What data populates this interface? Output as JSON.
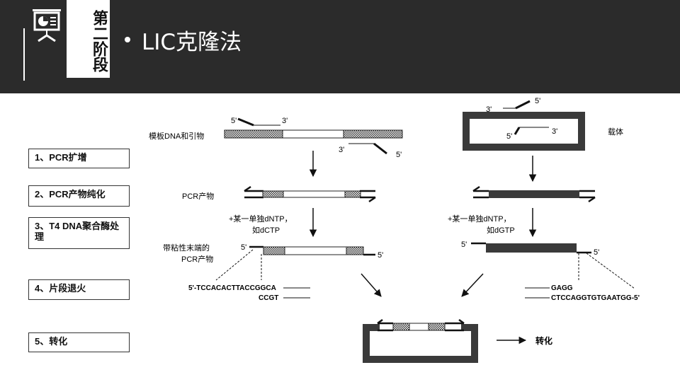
{
  "header": {
    "stage_label": "第二阶段",
    "bullet": "•",
    "title": "LIC克隆法"
  },
  "steps": [
    {
      "label": "1、PCR扩增"
    },
    {
      "label": "2、PCR产物纯化"
    },
    {
      "label": "3、T4 DNA聚合酶处理"
    },
    {
      "label": "4、片段退火"
    },
    {
      "label": "5、转化"
    }
  ],
  "left": {
    "template_label": "模板DNA和引物",
    "pcr_label": "PCR产物",
    "treat_line1": "+某一单独dNTP，",
    "treat_line2": "如dCTP",
    "sticky_line1": "带粘性末端的",
    "sticky_line2": "PCR产物",
    "seq_top": "5'-TCCACACTTACCGGCA",
    "seq_bottom": "CCGT"
  },
  "right": {
    "vector_label": "载体",
    "treat_line1": "+某一单独dNTP，",
    "treat_line2": "如dGTP",
    "seq_top": "GAGG",
    "seq_bottom": "CTCCAGGTGTGAATGG-5'"
  },
  "final": {
    "transform_label": "转化"
  },
  "ends": {
    "five_prime": "5'",
    "three_prime": "3'"
  },
  "colors": {
    "header_bg": "#2b2b2b",
    "vector_fill": "#3a3a3a"
  }
}
